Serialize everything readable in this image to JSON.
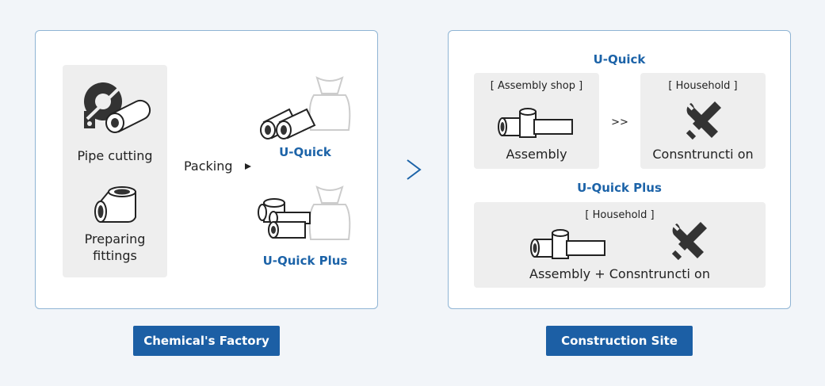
{
  "left": {
    "pipe_cutting": "Pipe cutting",
    "preparing_fittings_line1": "Preparing",
    "preparing_fittings_line2": "fittings",
    "packing": "Packing",
    "uquick": "U-Quick",
    "uquick_plus": "U-Quick Plus",
    "label": "Chemical's Factory"
  },
  "right": {
    "uquick_title": "U-Quick",
    "assembly_shop": "[ Assembly shop ]",
    "assembly": "Assembly",
    "arrow": ">>",
    "household_1": "[ Household ]",
    "construction_1": "Consntruncti on",
    "uquick_plus_title": "U-Quick Plus",
    "household_2": "[ Household ]",
    "assembly_construction": "Assembly + Consntruncti on",
    "label": "Construction Site"
  },
  "colors": {
    "accent": "#1c63a8",
    "button": "#1c5fa5",
    "border": "#8fb4d4"
  }
}
